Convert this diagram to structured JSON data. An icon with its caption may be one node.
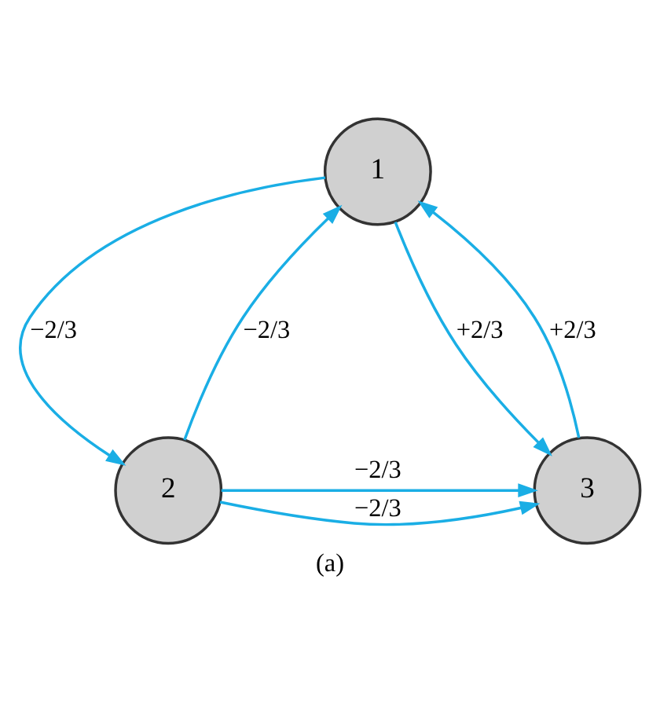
{
  "diagram": {
    "caption": "(a)",
    "nodes": [
      {
        "text": [
          "1"
        ]
      },
      {
        "text": [
          "2"
        ]
      },
      {
        "text": [
          "3"
        ]
      }
    ],
    "edges": [
      {
        "from": 0,
        "to": 1,
        "arrow": "to",
        "label": "−2/3"
      },
      {
        "from": 1,
        "to": 0,
        "arrow": "to",
        "label": "−2/3"
      },
      {
        "from": 0,
        "to": 2,
        "arrow": "to",
        "label": "+2/3"
      },
      {
        "from": 2,
        "to": 0,
        "arrow": "to",
        "label": "+2/3"
      },
      {
        "from": 1,
        "to": 2,
        "arrow": "to",
        "label": "−2/3"
      },
      {
        "from": 1,
        "to": 2,
        "arrow": "to",
        "label": "−2/3"
      }
    ]
  }
}
